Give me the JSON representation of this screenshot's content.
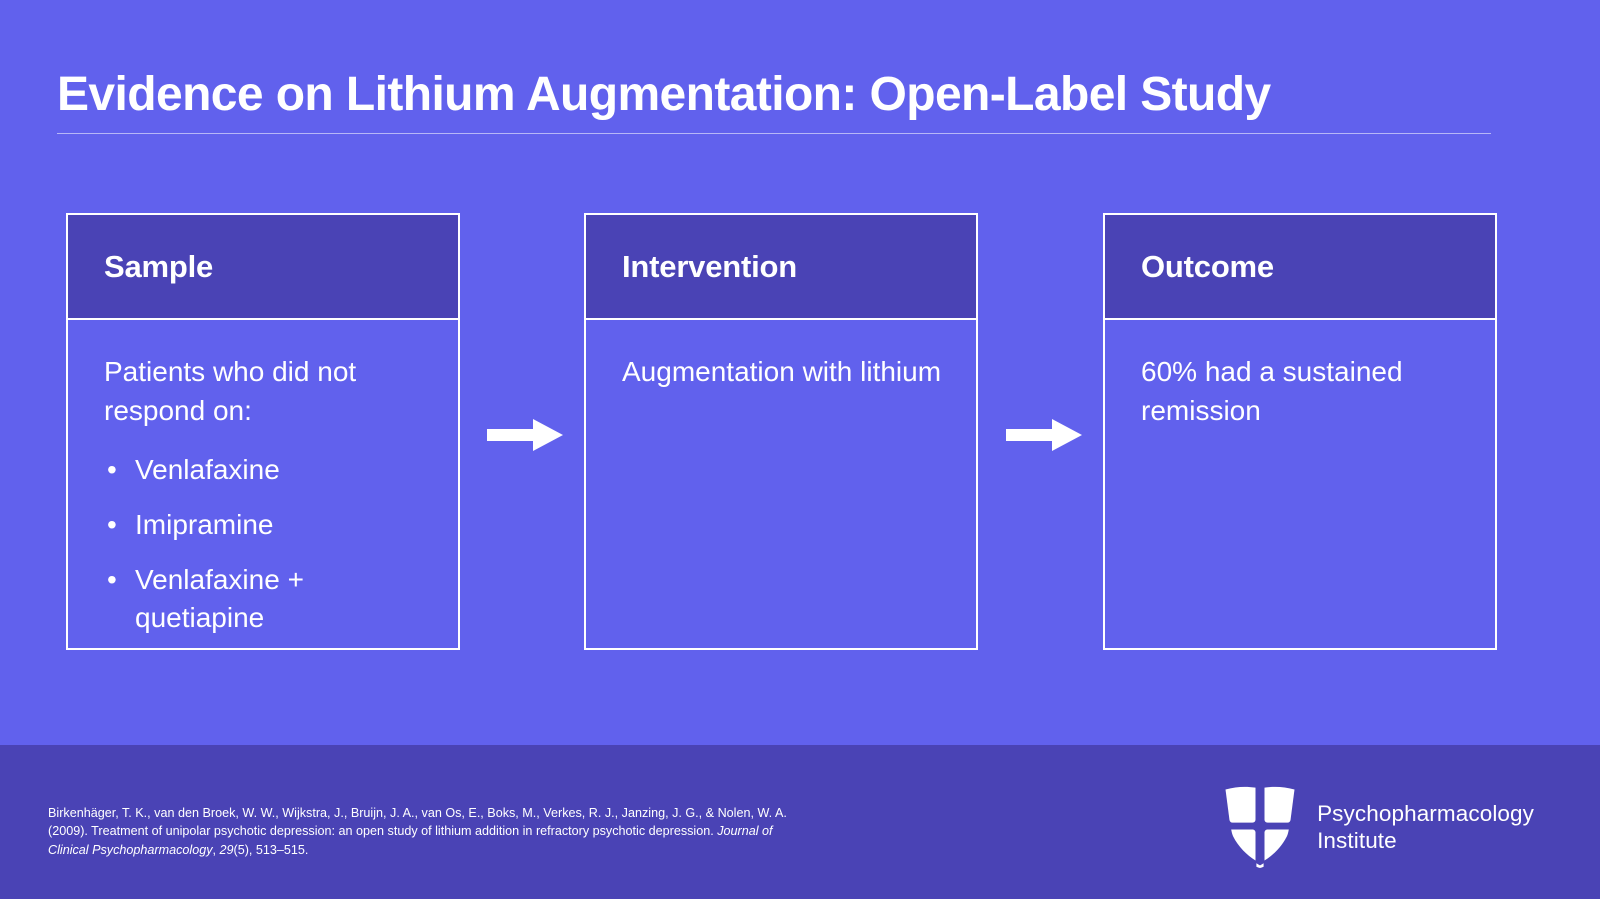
{
  "theme": {
    "background": "#6161ed",
    "header_band": "#4a43b5",
    "footer_band": "#4a43b5",
    "text": "#ffffff",
    "border": "#ffffff"
  },
  "title": "Evidence on Lithium Augmentation: Open-Label Study",
  "cards": [
    {
      "header": "Sample",
      "paragraph": "Patients who did not respond on:",
      "bullets": [
        "Venlafaxine",
        "Imipramine",
        "Venlafaxine + quetiapine"
      ],
      "bullet_glyph": "•"
    },
    {
      "header": "Intervention",
      "paragraph": "Augmentation with lithium",
      "bullets": [],
      "bullet_glyph": "•"
    },
    {
      "header": "Outcome",
      "paragraph": "60% had a sustained remission",
      "bullets": [],
      "bullet_glyph": "•"
    }
  ],
  "arrows": [
    {
      "icon": "arrow-right-icon"
    },
    {
      "icon": "arrow-right-icon"
    }
  ],
  "footer": {
    "citation": {
      "part1": "Birkenhäger, T. K., van den Broek, W. W., Wijkstra, J., Bruijn, J. A., van Os, E., Boks, M., Verkes, R. J., Janzing, J. G., & Nolen, W. A. (2009). Treatment of unipolar psychotic depression: an open study of lithium addition in refractory psychotic depression. ",
      "journal_italic": "Journal of Clinical Psychopharmacology",
      "part2": ", ",
      "volume_italic": "29",
      "part3": "(5), 513–515."
    },
    "brand": {
      "logo_icon": "shield-quadrant-logo-icon",
      "line1": "Psychopharmacology",
      "line2": "Institute"
    }
  }
}
